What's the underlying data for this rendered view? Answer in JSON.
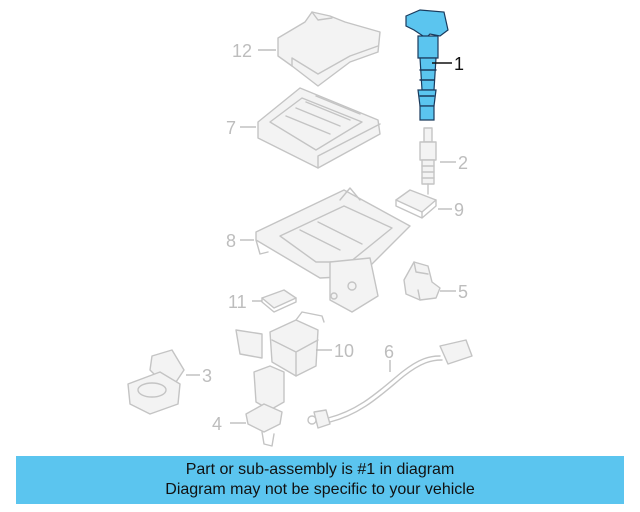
{
  "callouts": {
    "c1": "1",
    "c2": "2",
    "c3": "3",
    "c4": "4",
    "c5": "5",
    "c6": "6",
    "c7": "7",
    "c8": "8",
    "c9": "9",
    "c10": "10",
    "c11": "11",
    "c12": "12"
  },
  "highlight_color": "#5bc5ef",
  "banner": {
    "line1": "Part or sub-assembly is #1 in diagram",
    "line2": "Diagram may not be specific to your vehicle"
  }
}
